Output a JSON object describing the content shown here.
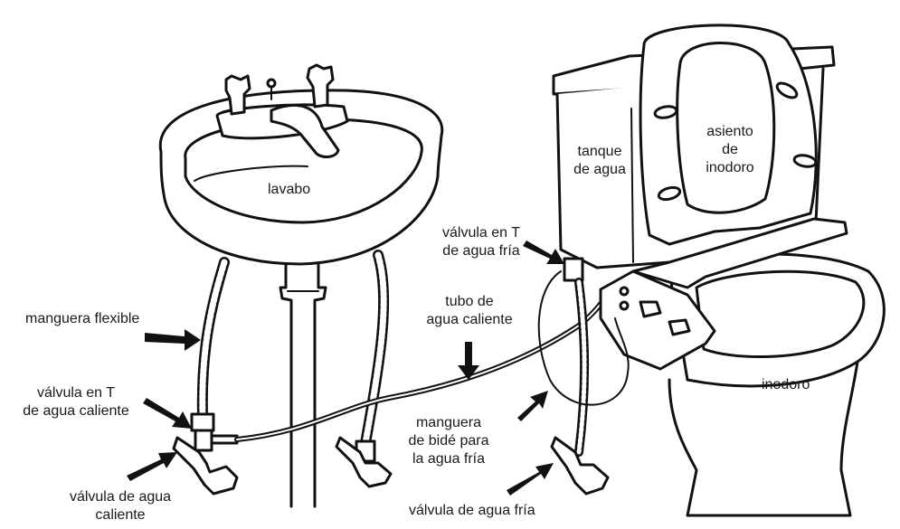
{
  "labels": {
    "lavabo": "lavabo",
    "tanque": [
      "tanque",
      "de agua"
    ],
    "asiento": [
      "asiento",
      "de",
      "inodoro"
    ],
    "inodoro": "inodoro",
    "valvula_t_fria": [
      "válvula en T",
      "de agua fría"
    ],
    "tubo_caliente": [
      "tubo de",
      "agua caliente"
    ],
    "manguera_flexible": "manguera flexible",
    "valvula_t_caliente": [
      "válvula en T",
      "de agua caliente"
    ],
    "manguera_bide": [
      "manguera",
      "de bidé para",
      "la agua fría"
    ],
    "valvula_agua_caliente": [
      "válvula de agua",
      "caliente"
    ],
    "valvula_agua_fria": "válvula de agua fría"
  },
  "colors": {
    "line": "#111111",
    "fill": "#ffffff"
  }
}
